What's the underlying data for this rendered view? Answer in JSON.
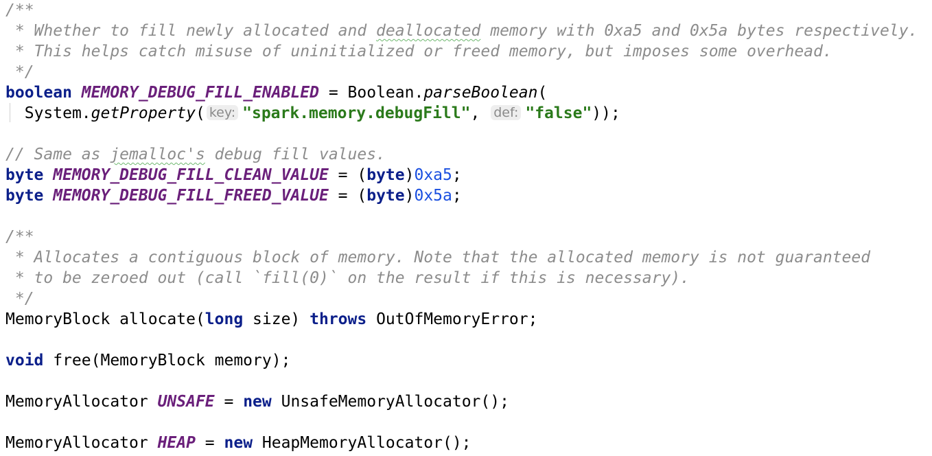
{
  "code": {
    "doc1": {
      "open": "/**",
      "line1_a": " * Whether to fill newly allocated and ",
      "line1_word": "deallocated",
      "line1_b": " memory with 0xa5 and 0x5a bytes respectively.",
      "line2": " * This helps catch misuse of uninitialized or freed memory, but imposes some overhead.",
      "close": " */"
    },
    "fill_enabled": {
      "type": "boolean",
      "name": "MEMORY_DEBUG_FILL_ENABLED",
      "eq": " = ",
      "cls": "Boolean.",
      "method": "parseBoolean",
      "paren": "(",
      "indent": " ",
      "sys": "System.",
      "get_prop": "getProperty",
      "open_paren": "(",
      "key_hint": "key:",
      "key_value": "\"spark.memory.debugFill\"",
      "comma": ",",
      "def_hint": "def:",
      "def_value": "\"false\"",
      "end": "));"
    },
    "comment2": {
      "a": "// Same as ",
      "word": "jemalloc's",
      "b": " debug fill values."
    },
    "clean": {
      "type": "byte",
      "name": "MEMORY_DEBUG_FILL_CLEAN_VALUE",
      "eq": " = (",
      "cast": "byte",
      "close": ")",
      "value": "0xa5",
      "semi": ";"
    },
    "freed": {
      "type": "byte",
      "name": "MEMORY_DEBUG_FILL_FREED_VALUE",
      "eq": " = (",
      "cast": "byte",
      "close": ")",
      "value": "0x5a",
      "semi": ";"
    },
    "doc2": {
      "open": "/**",
      "line1": " * Allocates a contiguous block of memory. Note that the allocated memory is not guaranteed",
      "line2": " * to be zeroed out (call `fill(0)` on the result if this is necessary).",
      "close": " */"
    },
    "allocate": {
      "ret": "MemoryBlock allocate(",
      "ptype": "long",
      "pname": " size) ",
      "throws": "throws",
      "exc": " OutOfMemoryError;"
    },
    "free": {
      "ret": "void",
      "sig": " free(MemoryBlock memory);"
    },
    "unsafe": {
      "type": "MemoryAllocator ",
      "name": "UNSAFE",
      "eq": " = ",
      "kw_new": "new",
      "ctor": " UnsafeMemoryAllocator();"
    },
    "heap": {
      "type": "MemoryAllocator ",
      "name": "HEAP",
      "eq": " = ",
      "kw_new": "new",
      "ctor": " HeapMemoryAllocator();"
    }
  }
}
